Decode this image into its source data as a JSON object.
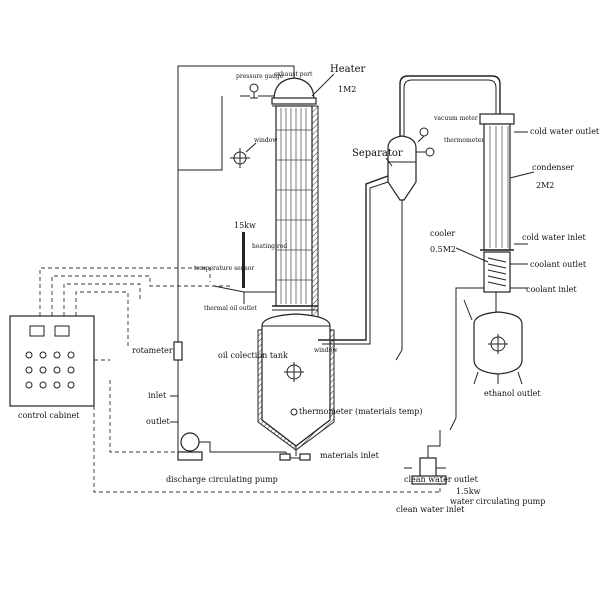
{
  "labels": {
    "heater": "Heater",
    "heater_area": "1M2",
    "pressure_gauge": "pressure gauge",
    "exhaust_port": "exhaust port",
    "window_heater": "window",
    "power": "15kw",
    "heating_rod": "heating rod",
    "temperature_sensor": "temperature sensor",
    "thermal_oil_outlet": "thermal oil outlet",
    "separator": "Separator",
    "vacuum_meter": "vacuum meter",
    "thermometer_top": "thermometer",
    "cold_water_outlet": "cold water outlet",
    "condenser": "condenser",
    "condenser_area": "2M2",
    "cold_water_inlet": "cold water inlet",
    "cooler": "cooler",
    "cooler_area": "0.5M2",
    "coolant_outlet": "coolant outlet",
    "coolant_inlet": "coolant inlet",
    "ethanol_outlet": "ethanol outlet",
    "rotameter": "rotameter",
    "oil_tank": "oil colection tank",
    "window_tank": "window",
    "inlet": "inlet",
    "outlet": "outlet",
    "thermometer_materials": "thermometer (materials temp)",
    "materials_inlet": "materials inlet",
    "discharge_pump": "discharge circulating pump",
    "control_cabinet": "control cabinet",
    "clean_water_outlet": "clean water outlet",
    "pump_power": "1.5kw",
    "water_pump": "water circulating pump",
    "clean_water_inlet": "clean water inlet"
  },
  "colors": {
    "line": "#222222",
    "background": "#ffffff"
  }
}
